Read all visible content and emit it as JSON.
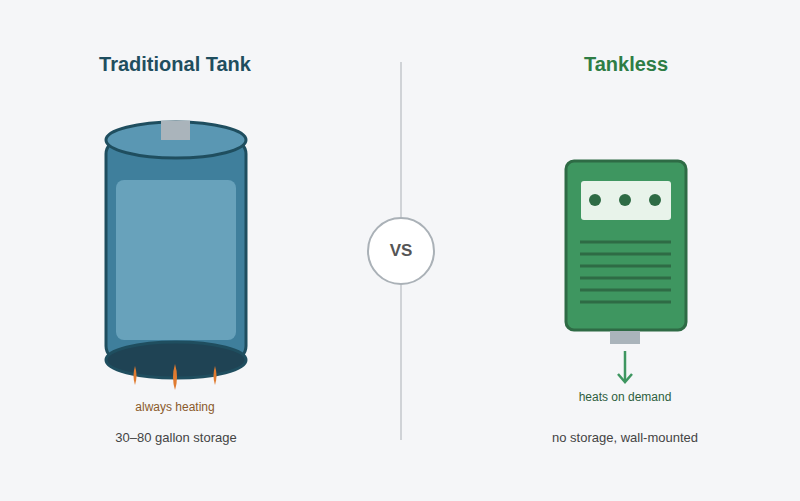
{
  "diagram": {
    "nodes": [
      {
        "text": [
          "VS"
        ]
      }
    ],
    "labels": [
      "Traditional Tank",
      "Tankless",
      "always heating",
      "30–80 gallon storage",
      "heats on demand",
      "no storage, wall-mounted"
    ]
  }
}
